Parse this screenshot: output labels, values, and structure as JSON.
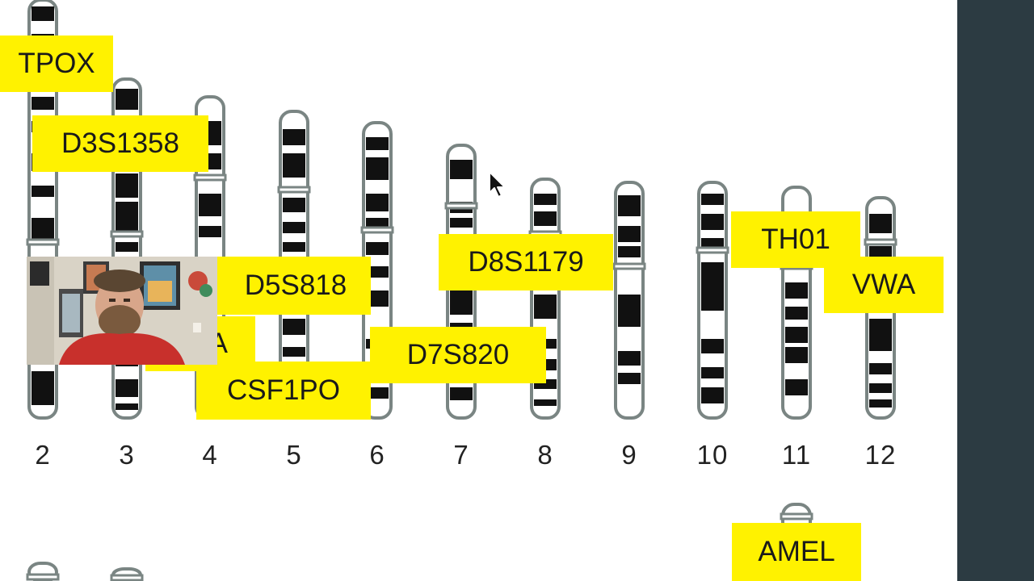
{
  "diagram": {
    "chromosome_numbers": [
      "2",
      "3",
      "4",
      "5",
      "6",
      "7",
      "8",
      "9",
      "10",
      "11",
      "12"
    ],
    "str_loci": {
      "tpox": "TPOX",
      "d3s1358": "D3S1358",
      "d5s818": "D5S818",
      "csf1po": "CSF1PO",
      "d7s820": "D7S820",
      "d8s1179": "D8S1179",
      "th01": "TH01",
      "vwa": "VWA",
      "amel": "AMEL",
      "partial_fga": "A"
    },
    "colors": {
      "label_background": "#fff200",
      "chromosome_band": "#111111",
      "chromosome_outline": "#7a8583",
      "sidebar": "#2c3b42"
    }
  },
  "webcam": {
    "description_icon": "presenter-video-icon"
  }
}
